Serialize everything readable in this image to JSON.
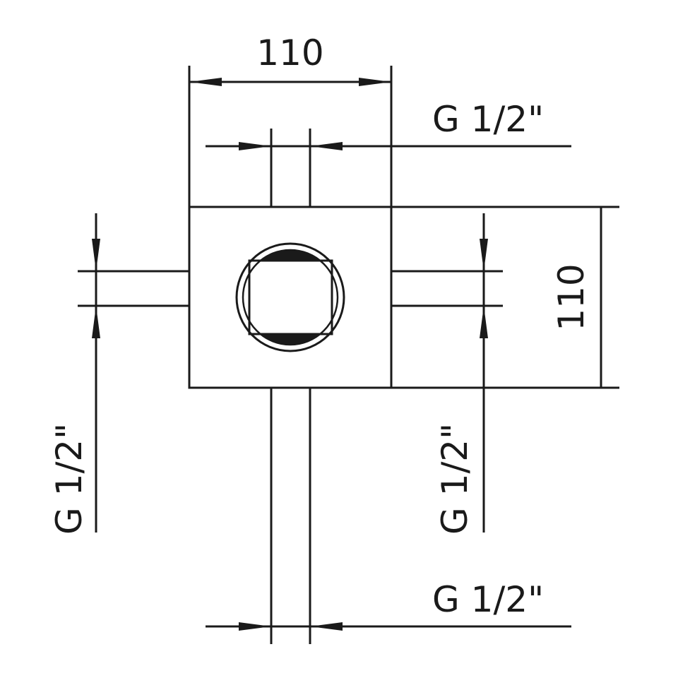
{
  "drawing": {
    "colors": {
      "line": "#1a1a1a",
      "background": "#ffffff"
    },
    "dimensions": {
      "top_width": "110",
      "right_height": "110",
      "top_connection": "G  1/2\"",
      "left_connection": "G  1/2\"",
      "right_connection": "G  1/2\"",
      "bottom_connection": "G  1/2\""
    }
  }
}
